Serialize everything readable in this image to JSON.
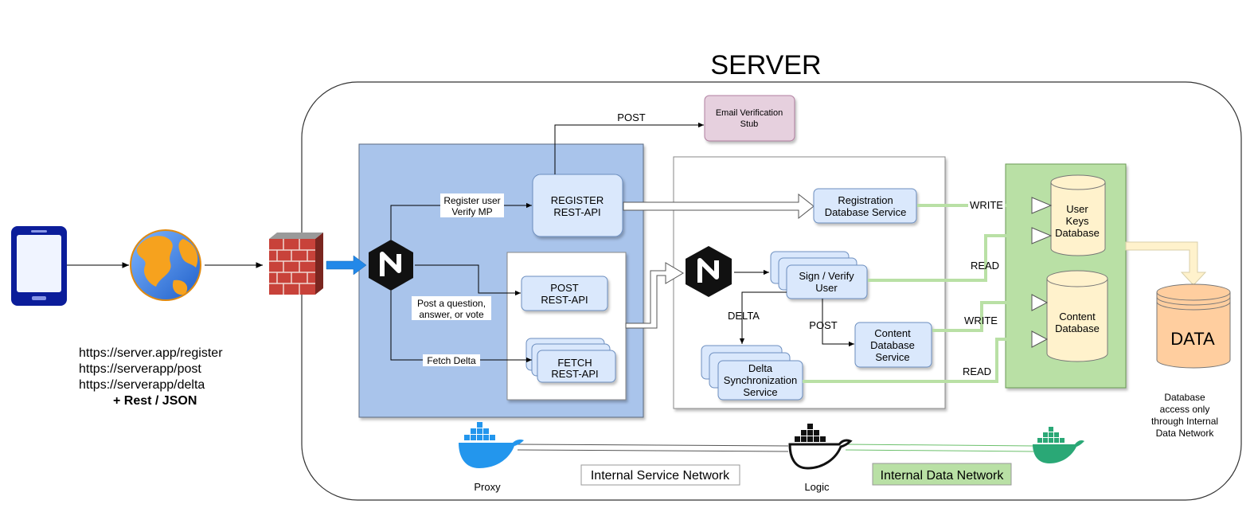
{
  "title": "SERVER",
  "client_urls": [
    "https://server.app/register",
    "https://serverapp/post",
    "https://serverapp/delta"
  ],
  "client_format": "+ Rest / JSON",
  "email_stub": [
    "Email Verification",
    "Stub"
  ],
  "register_api": [
    "REGISTER",
    "REST-API"
  ],
  "post_api": [
    "POST",
    "REST-API"
  ],
  "fetch_api": [
    "FETCH",
    "REST-API"
  ],
  "registration_db_service": [
    "Registration",
    "Database Service"
  ],
  "sign_verify": [
    "Sign / Verify",
    "User"
  ],
  "content_db_service": [
    "Content",
    "Database",
    "Service"
  ],
  "delta_sync": [
    "Delta",
    "Synchronization",
    "Service"
  ],
  "user_keys_db": [
    "User",
    "Keys",
    "Database"
  ],
  "content_db": [
    "Content",
    "Database"
  ],
  "data_label": "DATA",
  "data_note": [
    "Database",
    "access only",
    "through Internal",
    "Data Network"
  ],
  "edge_labels": {
    "post_email": "POST",
    "register_verify": [
      "Register user",
      "Verify MP"
    ],
    "post_question": [
      "Post a question,",
      "answer, or vote"
    ],
    "fetch_delta": "Fetch Delta",
    "delta": "DELTA",
    "post_content": "POST",
    "write_keys": "WRITE",
    "read_keys": "READ",
    "write_content": "WRITE",
    "read_content": "READ"
  },
  "networks": {
    "service": "Internal Service Network",
    "data": "Internal Data Network"
  },
  "containers": {
    "proxy": "Proxy",
    "logic": "Logic"
  },
  "colors": {
    "proxy_panel": "#a9c4eb",
    "service_box": "#dae8fc",
    "email_stub": "#e6d0de",
    "data_panel": "#b9e0a5",
    "database": "#fff2cc",
    "data_store": "#ffce9f",
    "docker_blue": "#2396ed",
    "docker_green": "#2aa876",
    "nginx": "#111111",
    "green_link": "#b9e0a5"
  }
}
